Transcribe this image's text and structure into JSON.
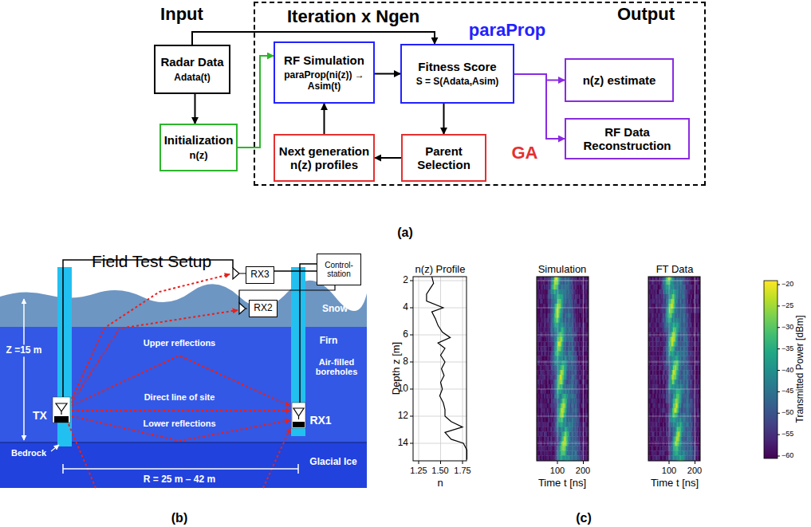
{
  "diagram": {
    "nodes": [
      {
        "text": [
          "Iteration x Ngen"
        ]
      },
      {
        "text": [
          "Radar Data",
          "Adata(t)"
        ]
      },
      {
        "text": [
          "Initialization",
          "n(z)"
        ]
      },
      {
        "text": [
          "RF Simulation",
          "paraProp(ni(z)) → Asim(t)"
        ],
        "in": 0
      },
      {
        "text": [
          "Fitness Score",
          "S = S(Adata,Asim)"
        ],
        "in": 0
      },
      {
        "text": [
          "Next generation n(z) profiles"
        ],
        "in": 0
      },
      {
        "text": [
          "Parent Selection"
        ],
        "in": 0
      },
      {
        "text": [
          "n(z) estimate"
        ],
        "in": 0
      },
      {
        "text": [
          "RF Data Reconstruction"
        ],
        "in": 0
      },
      {
        "text": [
          "RX3"
        ]
      },
      {
        "text": [
          "RX2"
        ]
      },
      {
        "text": [
          "Control-station"
        ]
      }
    ],
    "edges": [
      {
        "from": 1,
        "to": 2,
        "arrow": "to"
      },
      {
        "from": 1,
        "to": 4,
        "arrow": "to"
      },
      {
        "from": 2,
        "to": 3,
        "arrow": "to"
      },
      {
        "from": 3,
        "to": 4,
        "arrow": "to"
      },
      {
        "from": 4,
        "to": 6,
        "arrow": "to"
      },
      {
        "from": 6,
        "to": 5,
        "arrow": "to"
      },
      {
        "from": 5,
        "to": 3,
        "arrow": "to"
      },
      {
        "from": 4,
        "to": 7,
        "arrow": "to"
      },
      {
        "from": 4,
        "to": 8,
        "arrow": "to"
      },
      {
        "from": 9,
        "to": 11,
        "arrow": "none"
      }
    ],
    "labels": [
      "Input",
      "Output",
      "paraProp",
      "GA",
      "(a)",
      "Field Test Setup",
      "Snow",
      "Firn",
      "Air-filled boreholes",
      "Upper reflections",
      "Direct line of site",
      "Lower reflections",
      "TX",
      "RX1",
      "Z =15 m",
      "Bedrock",
      "Glacial Ice",
      "R = 25 m – 42 m",
      "(b)",
      "n(z) Profile",
      "Simulation",
      "FT Data",
      "Depth z [m]",
      "2",
      "4",
      "6",
      "8",
      "10",
      "12",
      "14",
      "1.25",
      "1.50",
      "1.75",
      "n",
      "Time t [ns]",
      "100",
      "200",
      "Time t [ns]",
      "100",
      "200",
      "Transmitted Power [dBm]",
      "−20",
      "−25",
      "−30",
      "−35",
      "−40",
      "−45",
      "−50",
      "−55",
      "−60",
      "(c)"
    ]
  }
}
